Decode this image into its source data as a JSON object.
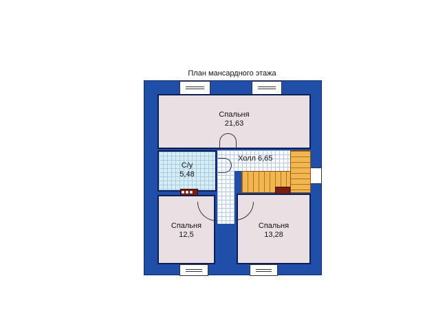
{
  "title": "План мансардного этажа",
  "rooms": {
    "bedroom_top": {
      "name": "Спальня",
      "area": "21,63"
    },
    "bathroom": {
      "name": "С/у",
      "area": "5,48"
    },
    "hall": {
      "label": "Холл 6,65"
    },
    "bedroom_left": {
      "name": "Спальня",
      "area": "12,5"
    },
    "bedroom_right": {
      "name": "Спальня",
      "area": "13,28"
    }
  },
  "colors": {
    "wall": "#1f4fa8",
    "room": "#eae0e4",
    "stairs": "#f2b650",
    "bath": "#d8eef6"
  }
}
